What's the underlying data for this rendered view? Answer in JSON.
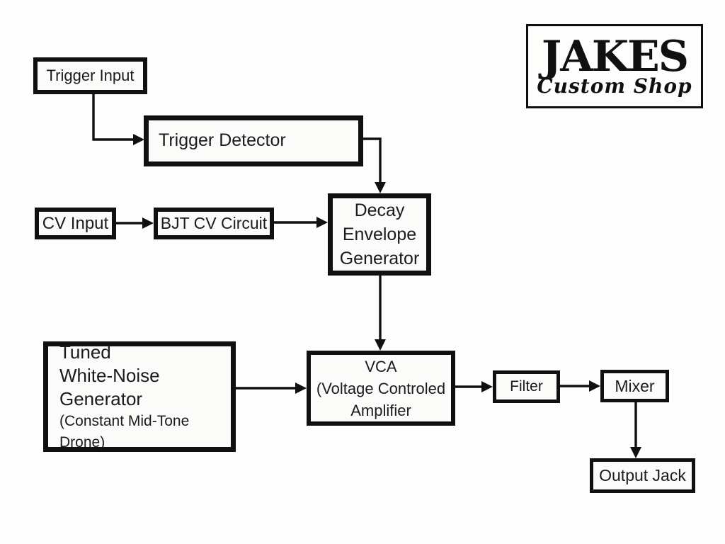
{
  "colors": {
    "background": "#fefefe",
    "box_fill": "#fbfbf9",
    "ink": "#101010",
    "text": "#1b1b1b"
  },
  "logo": {
    "title": "JAKES",
    "subtitle": "Custom Shop"
  },
  "nodes": {
    "trigger_input": {
      "label": "Trigger Input"
    },
    "trigger_detector": {
      "label": "Trigger Detector"
    },
    "cv_input": {
      "label": "CV Input"
    },
    "bjt_cv_circuit": {
      "label": "BJT CV Circuit"
    },
    "decay_envelope_generator": {
      "label": "Decay\nEnvelope\nGenerator"
    },
    "tuned_white_noise_generator": {
      "label": "Tuned\nWhite-Noise\nGenerator",
      "note": "(Constant Mid-Tone Drone)"
    },
    "vca": {
      "label": "VCA\n(Voltage Controled\nAmplifier"
    },
    "filter": {
      "label": "Filter"
    },
    "mixer": {
      "label": "Mixer"
    },
    "output_jack": {
      "label": "Output Jack"
    }
  },
  "connections": [
    {
      "from": "trigger_input",
      "to": "trigger_detector"
    },
    {
      "from": "trigger_detector",
      "to": "decay_envelope_generator"
    },
    {
      "from": "cv_input",
      "to": "bjt_cv_circuit"
    },
    {
      "from": "bjt_cv_circuit",
      "to": "decay_envelope_generator"
    },
    {
      "from": "decay_envelope_generator",
      "to": "vca"
    },
    {
      "from": "tuned_white_noise_generator",
      "to": "vca"
    },
    {
      "from": "vca",
      "to": "filter"
    },
    {
      "from": "filter",
      "to": "mixer"
    },
    {
      "from": "mixer",
      "to": "output_jack"
    }
  ]
}
